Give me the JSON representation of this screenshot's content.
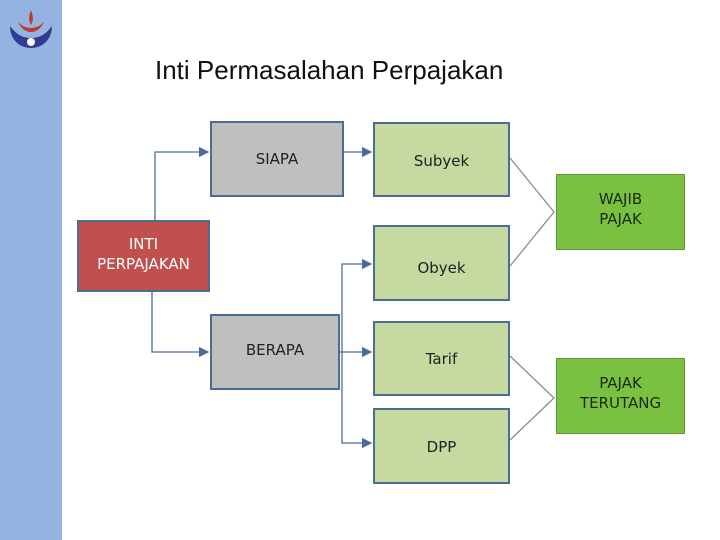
{
  "title": "Inti Permasalahan Perpajakan",
  "nodes": {
    "inti": "INTI\nPERPAJAKAN",
    "siapa": "SIAPA",
    "subyek": "Subyek",
    "wajib": "WAJIB\nPAJAK",
    "obyek": "Obyek",
    "berapa": "BERAPA",
    "tarif": "Tarif",
    "terutang": "PAJAK\nTERUTANG",
    "dpp": "DPP"
  },
  "colors": {
    "sidebar": "#95b3e0",
    "gray_box": "#bfbfbf",
    "green_box": "#c6d9a0",
    "red_box": "#c0504d",
    "bright_green": "#7ac142",
    "connector": "#4a6c96",
    "bracket": "#8c8c8c"
  },
  "icons": {
    "logo": "emblem-logo"
  }
}
